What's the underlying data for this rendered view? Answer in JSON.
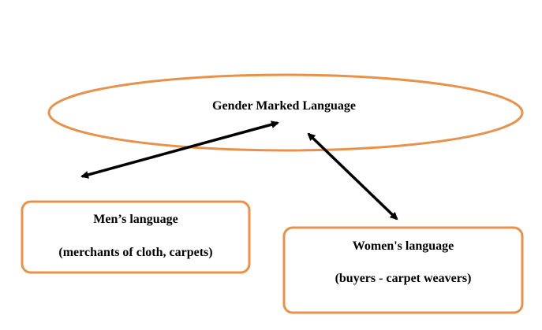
{
  "diagram": {
    "ellipse": {
      "label": "Gender Marked Language"
    },
    "men_box": {
      "title": "Men’s language",
      "subtitle": "(merchants of cloth, carpets)"
    },
    "women_box": {
      "title": "Women's language",
      "subtitle": "(buyers - carpet weavers)"
    }
  },
  "colors": {
    "shape_stroke": "#e8914a",
    "arrow": "#000000",
    "text": "#000000",
    "background": "#ffffff"
  }
}
